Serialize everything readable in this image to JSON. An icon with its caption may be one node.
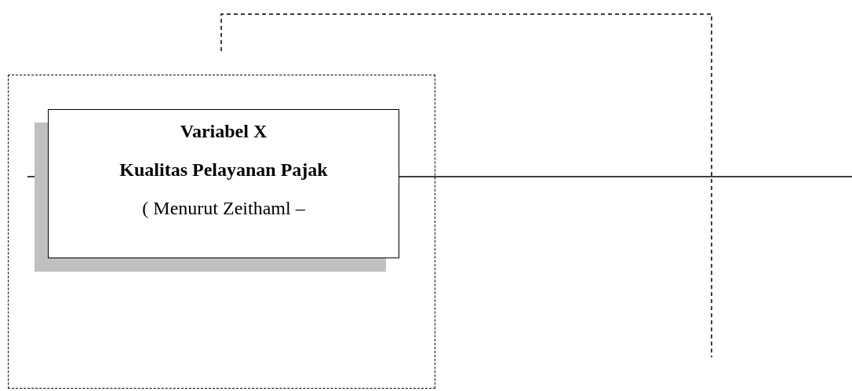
{
  "diagram": {
    "nodes": [
      {
        "text": [],
        "shape": "box"
      },
      {
        "text": [
          "Variabel X",
          "Kualitas Pelayanan Pajak",
          "( Menurut Zeithaml –"
        ],
        "in": 0
      }
    ]
  }
}
